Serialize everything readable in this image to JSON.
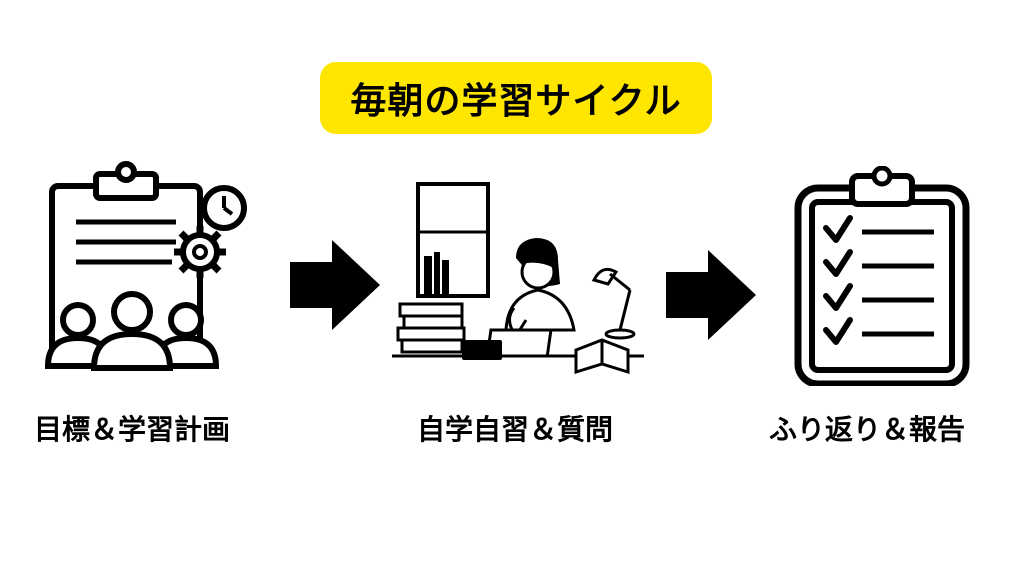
{
  "title": {
    "text": "毎朝の学習サイクル",
    "background_color": "#FFE600"
  },
  "steps": [
    {
      "label": "目標＆学習計画",
      "icon": "clipboard-team-planning-icon"
    },
    {
      "label": "自学自習＆質問",
      "icon": "student-studying-at-desk-icon"
    },
    {
      "label": "ふり返り＆報告",
      "icon": "checklist-clipboard-icon"
    }
  ],
  "arrows": [
    {
      "icon": "right-arrow-icon"
    },
    {
      "icon": "right-arrow-icon"
    }
  ],
  "colors": {
    "ink": "#000000",
    "background": "#FFFFFF"
  }
}
